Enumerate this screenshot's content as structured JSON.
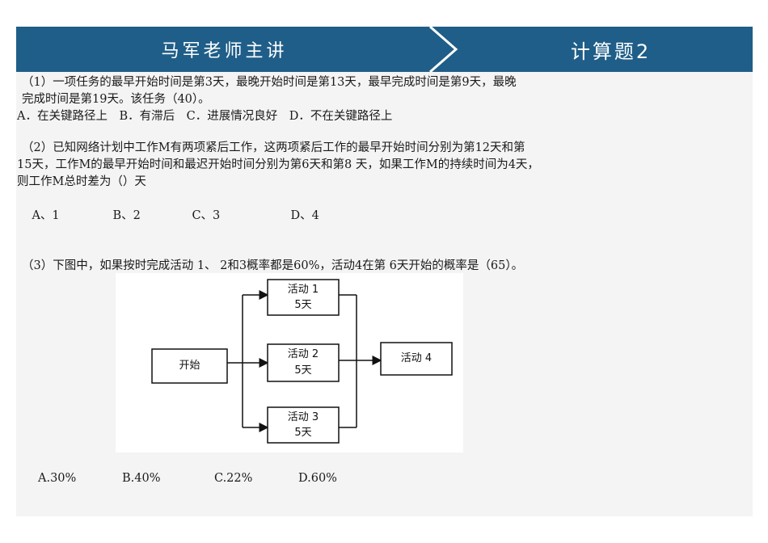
{
  "header": {
    "left_title": "马军老师主讲",
    "right_title": "计算题2",
    "bar_color": "#1f5e88"
  },
  "q1": {
    "line1": "（1）一项任务的最早开始时间是第3天，最晚开始时间是第13天，最早完成时间是第9天，最晚",
    "line2": "完成时间是第19天。该任务（40）。",
    "options": "A．在关键路径上　B．有滞后　C．进展情况良好　D．不在关键路径上"
  },
  "q2": {
    "line1": "（2）已知网络计划中工作M有两项紧后工作，这两项紧后工作的最早开始时间分别为第12天和第",
    "line2": "15天，工作M的最早开始时间和最迟开始时间分别为第6天和第8 天，如果工作M的持续时间为4天，",
    "line3": "则工作M总时差为（）天",
    "options": [
      "A、1",
      "B、2",
      "C、3",
      "D、4"
    ]
  },
  "q3": {
    "line1": "（3）下图中，如果按时完成活动 1、 2和3概率都是60%，活动4在第 6天开始的概率是（65）。",
    "diagram": {
      "start": "开始",
      "act1_name": "活动 1",
      "act1_days": "5天",
      "act2_name": "活动 2",
      "act2_days": "5天",
      "act3_name": "活动 3",
      "act3_days": "5天",
      "act4": "活动 4"
    },
    "answers": [
      "A.30%",
      "B.40%",
      "C.22%",
      "D.60%"
    ]
  }
}
